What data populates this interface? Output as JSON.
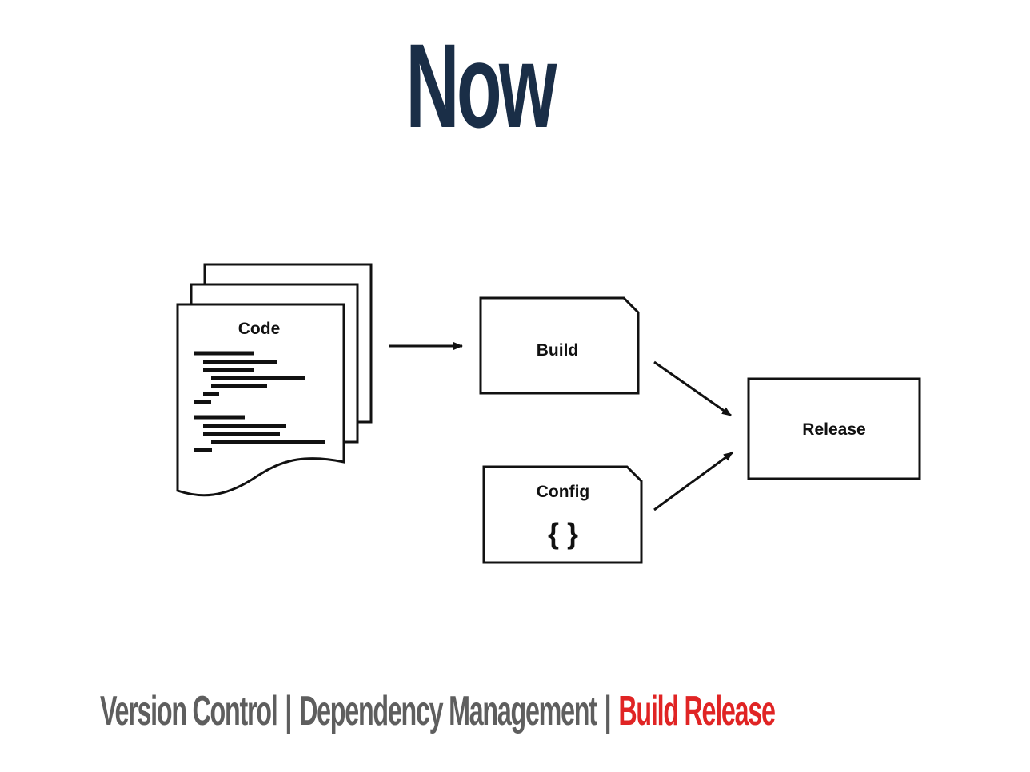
{
  "title": "Now",
  "colors": {
    "title": "#1a2e47",
    "footer_inactive": "#5e5e5e",
    "footer_active": "#e02424",
    "diagram_stroke": "#111111"
  },
  "diagram": {
    "code_label": "Code",
    "build_label": "Build",
    "config_label": "Config",
    "config_symbol": "{ }",
    "release_label": "Release"
  },
  "footer": {
    "items": [
      {
        "label": "Version Control",
        "active": false
      },
      {
        "label": "Dependency Management",
        "active": false
      },
      {
        "label": "Build Release",
        "active": true
      }
    ],
    "separator": "|"
  }
}
